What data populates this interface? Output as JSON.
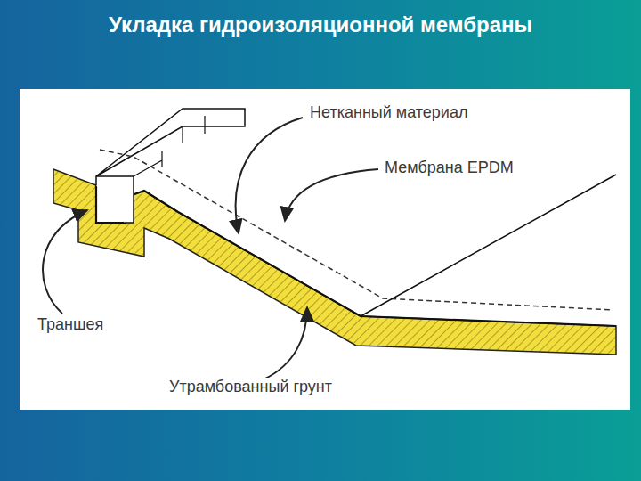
{
  "diagram": {
    "title": "Укладка гидроизоляционной мембраны",
    "labels": [
      "Нетканный материал",
      "Мембрана EPDM",
      "Траншея",
      "Утрамбованный грунт"
    ]
  }
}
